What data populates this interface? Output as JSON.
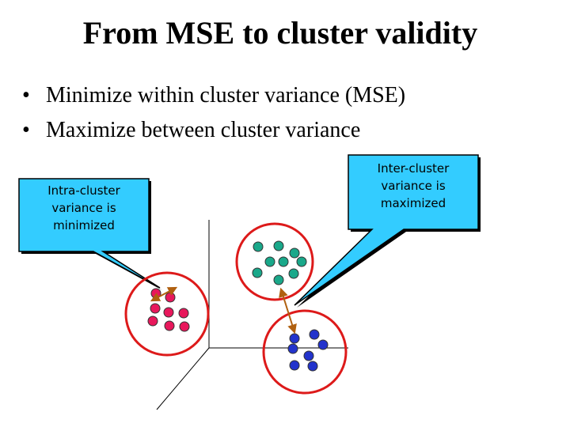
{
  "slide": {
    "title": "From MSE to cluster validity",
    "bullets": [
      "Minimize within cluster variance (MSE)",
      "Maximize between cluster variance"
    ]
  },
  "callouts": {
    "intra": [
      "Intra-cluster",
      "variance is",
      "minimized"
    ],
    "inter": [
      "Inter-cluster",
      "variance is",
      "maximized"
    ]
  },
  "colors": {
    "callout_fill": "#33ccff",
    "cluster_ring": "#dd1a1a",
    "cluster_a_dots": "#e8185c",
    "cluster_b_dots": "#1aa88a",
    "cluster_c_dots": "#2233cc",
    "arrow": "#b06010"
  }
}
